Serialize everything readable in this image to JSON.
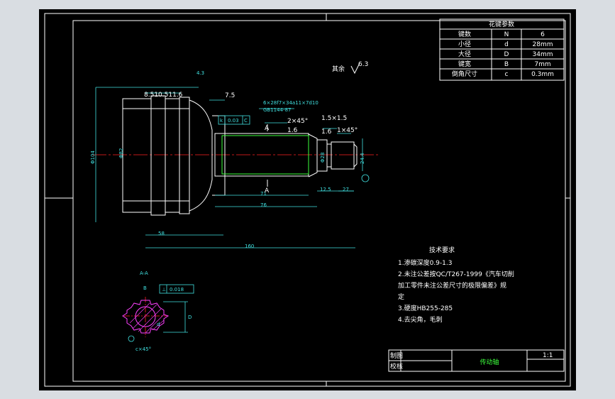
{
  "spline_table": {
    "title": "花键参数",
    "rows": [
      {
        "name": "键数",
        "symbol": "N",
        "value": "6"
      },
      {
        "name": "小径",
        "symbol": "d",
        "value": "28mm"
      },
      {
        "name": "大径",
        "symbol": "D",
        "value": "34mm"
      },
      {
        "name": "键宽",
        "symbol": "B",
        "value": "7mm"
      },
      {
        "name": "倒角尺寸",
        "symbol": "c",
        "value": "0.3mm"
      }
    ]
  },
  "roughness_note": {
    "text": "其余",
    "value": "6.3"
  },
  "spline_callout": {
    "line1": "6×28f7×34a11×7d10",
    "line2": "GB1144-87"
  },
  "dimensions": {
    "d1": "4.3",
    "d2": "7.5",
    "d3": "8.510.511.6",
    "d4": "1.5×1.5",
    "d5": "2×45°",
    "d6": "1.6",
    "d7": "1×45°",
    "d8": "1.6",
    "d9": "71",
    "d10": "76",
    "d11": "12.5",
    "d12": "27",
    "d13": "58",
    "d14": "160",
    "d15": "Φ104",
    "d16": "Φ82",
    "d17": "Φ28",
    "d18": "24.4",
    "d19": "A",
    "d20": "A",
    "tol": "0.03",
    "tol_frame_left": "k",
    "tol_frame_right": "C"
  },
  "section": {
    "title": "A-A",
    "tol": "0.018",
    "tol_sym": "⊥",
    "b": "B",
    "c": "c×45°",
    "d": "d",
    "D": "D"
  },
  "tech_req": {
    "title": "技术要求",
    "lines": [
      "1.渗碳深度0.9-1.3",
      "2.未注公差按QC/T267-1999《汽车切削",
      "加工零件未注公差尺寸的极限偏差》规",
      "定",
      "3.硬度HB255-285",
      "4.去尖角，毛刺"
    ]
  },
  "title_block": {
    "drawn": "制图",
    "check": "校核",
    "part": "传动轴",
    "scale": "1:1"
  }
}
